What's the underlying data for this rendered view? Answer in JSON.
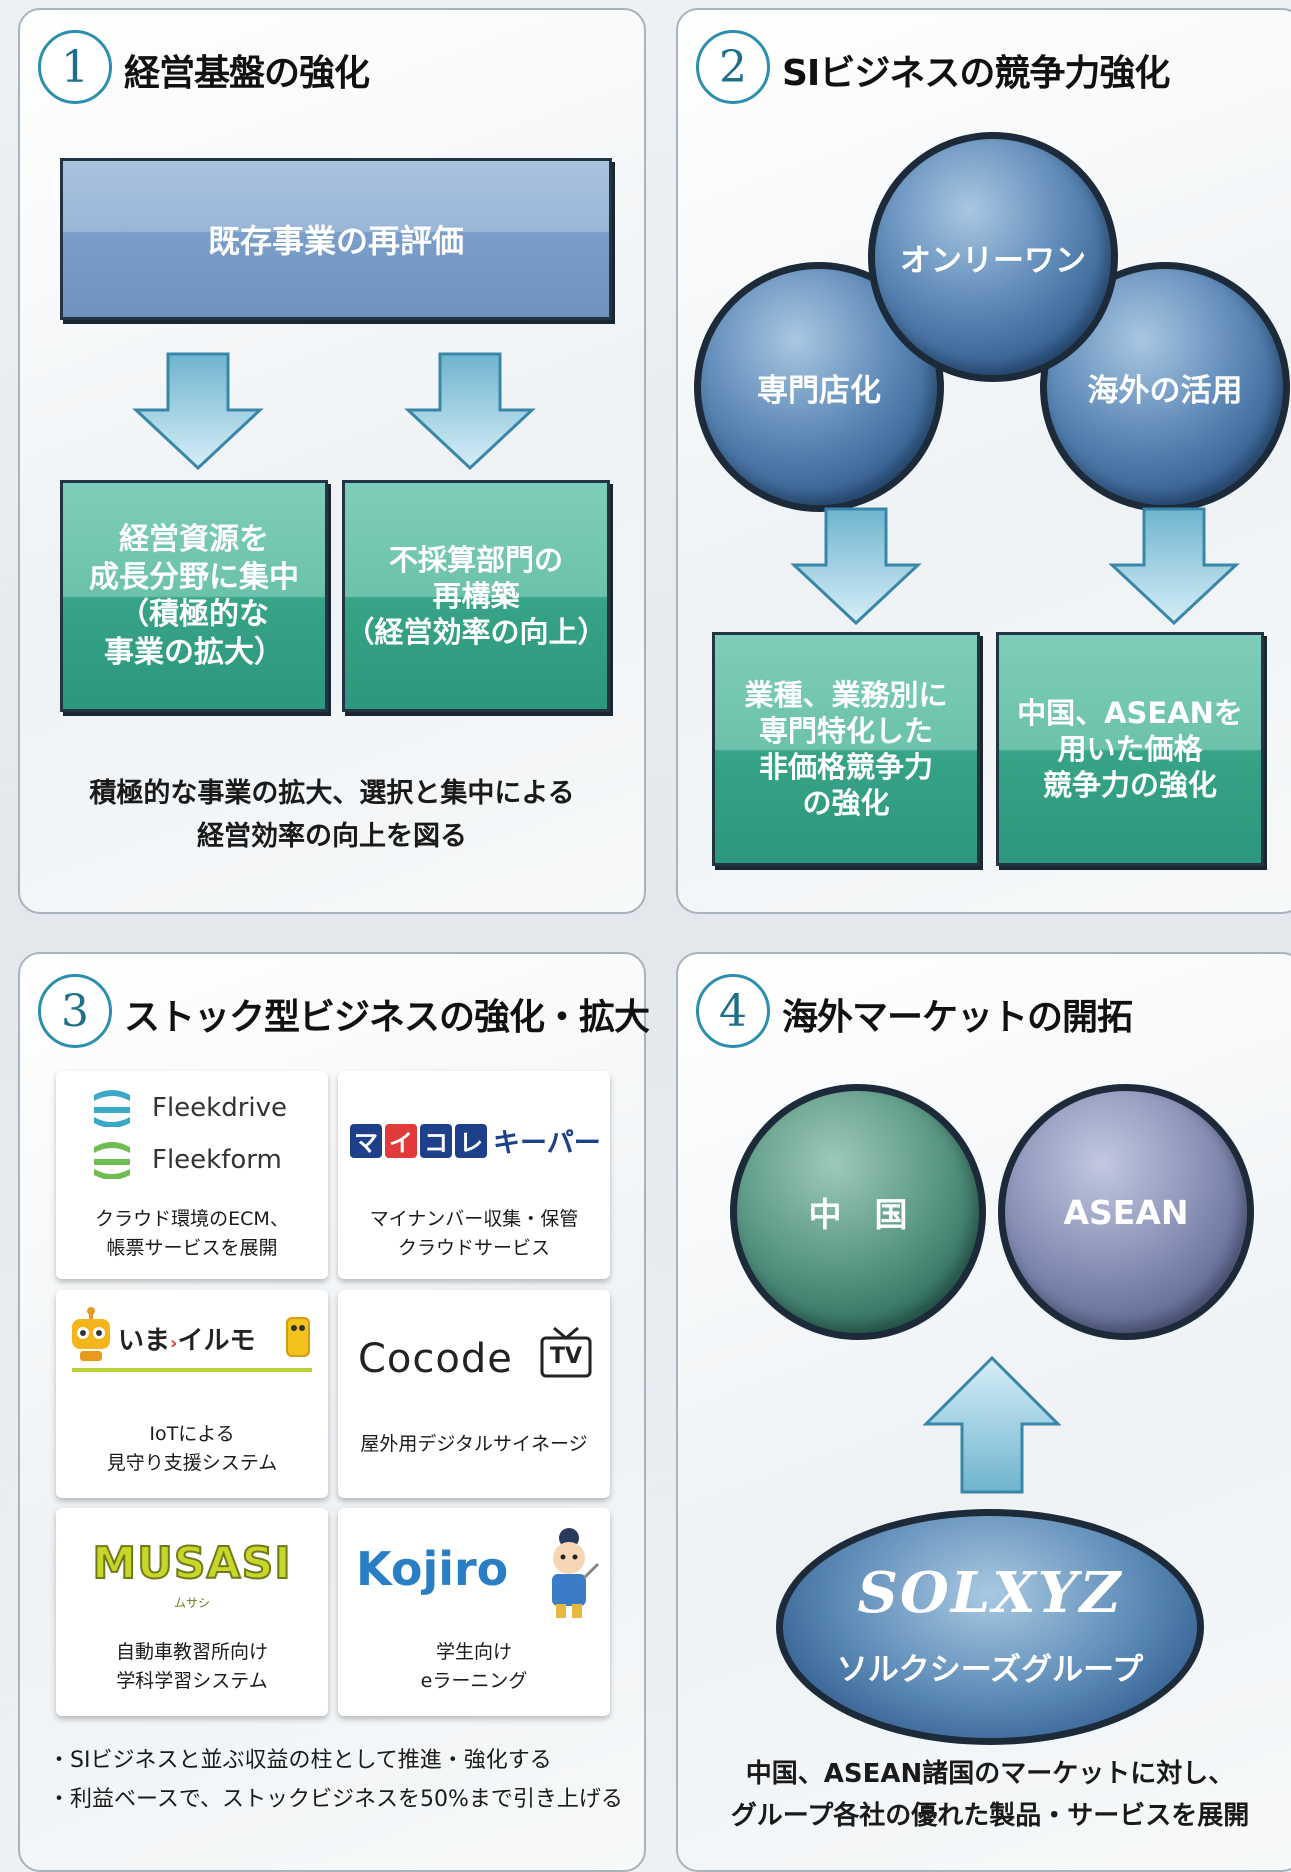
{
  "panel1": {
    "number": "1",
    "title": "経営基盤の強化",
    "top_box": "既存事業の再評価",
    "left_box": "経営資源を\n成長分野に集中\n（積極的な\n事業の拡大）",
    "right_box": "不採算部門の\n再構築\n（経営効率の向上）",
    "caption": "積極的な事業の拡大、選択と集中による\n経営効率の向上を図る"
  },
  "panel2": {
    "number": "2",
    "title": "SIビジネスの競争力強化",
    "circle_top": "オンリーワン",
    "circle_left": "専門店化",
    "circle_right": "海外の活用",
    "left_box": "業種、業務別に\n専門特化した\n非価格競争力\nの強化",
    "right_box": "中国、ASEANを\n用いた価格\n競争力の強化"
  },
  "panel3": {
    "number": "3",
    "title": "ストック型ビジネスの強化・拡大",
    "cards": [
      {
        "logo": [
          "Fleekdrive",
          "Fleekform"
        ],
        "desc": "クラウド環境のECM、\n帳票サービスを展開"
      },
      {
        "logo": [
          "マ",
          "イ",
          "コ",
          "レ",
          "キーパー"
        ],
        "desc": "マイナンバー収集・保管\nクラウドサービス"
      },
      {
        "logo": [
          "いま",
          "イルモ"
        ],
        "desc": "IoTによる\n見守り支援システム"
      },
      {
        "logo": [
          "Cocode",
          "TV"
        ],
        "desc": "屋外用デジタルサイネージ"
      },
      {
        "logo": [
          "MUSASI",
          "ムサシ"
        ],
        "desc": "自動車教習所向け\n学科学習システム"
      },
      {
        "logo": [
          "Kojiro"
        ],
        "desc": "学生向け\neラーニング"
      }
    ],
    "bullets": [
      "・SIビジネスと並ぶ収益の柱として推進・強化する",
      "・利益ベースで、ストックビジネスを50%まで引き上げる"
    ]
  },
  "panel4": {
    "number": "4",
    "title": "海外マーケットの開拓",
    "circle_left": "中　国",
    "circle_right": "ASEAN",
    "group_logo": "SOLXYZ",
    "group_name": "ソルクシーズグループ",
    "caption": "中国、ASEAN諸国のマーケットに対し、\nグループ各社の優れた製品・サービスを展開"
  },
  "colors": {
    "accent_teal": "#2c8fab",
    "box_blue": "#7a9ec8",
    "box_green": "#37a387",
    "circle_navy": "#2f5b8d",
    "circle_china": "#2e6c5c",
    "circle_asean": "#5c6791"
  }
}
